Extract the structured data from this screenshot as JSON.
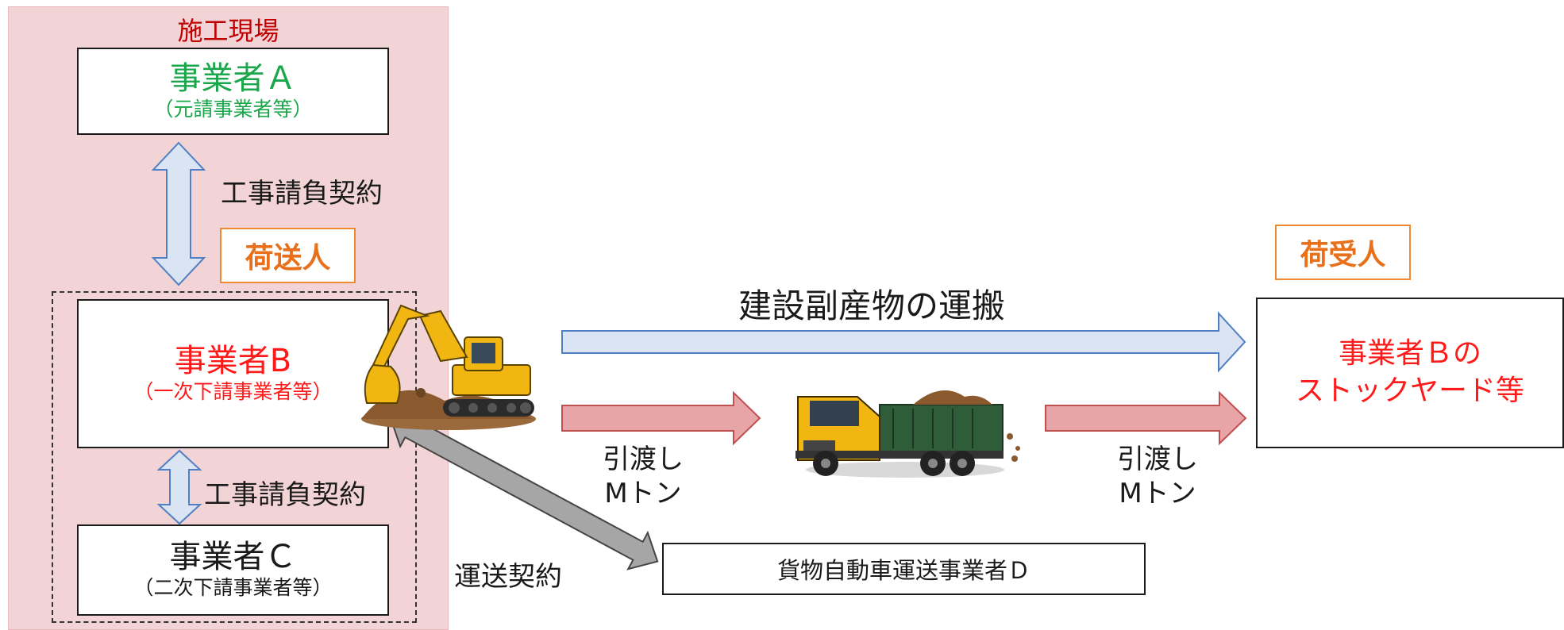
{
  "site": {
    "title": "施工現場"
  },
  "business_a": {
    "name": "事業者Ａ",
    "role": "（元請事業者等）"
  },
  "contract_ab": "工事請負契約",
  "shipper_tag": "荷送人",
  "business_b": {
    "name": "事業者B",
    "role": "（一次下請事業者等）"
  },
  "contract_bc": "工事請負契約",
  "business_c": {
    "name": "事業者Ｃ",
    "role": "（二次下請事業者等）"
  },
  "transport": {
    "title": "建設副産物の運搬"
  },
  "handover_left": {
    "line1": "引渡し",
    "line2": "Mトン"
  },
  "handover_right": {
    "line1": "引渡し",
    "line2": "Mトン"
  },
  "consignee_tag": "荷受人",
  "destination": {
    "line1": "事業者Ｂの",
    "line2": "ストックヤード等"
  },
  "carrier_contract": "運送契約",
  "carrier": {
    "name": "貨物自動車運送事業者Ｄ"
  },
  "colors": {
    "blue_arrow": "#dbe4f2",
    "blue_stroke": "#4f7fc4",
    "red_arrow": "#e8a5a8",
    "red_stroke": "#c05050",
    "gray_arrow": "#a6a6a6",
    "site_bg": "#f2d4d6",
    "orange": "#e8701a"
  },
  "icons": {
    "excavator": "excavator-icon",
    "truck": "dump-truck-icon"
  }
}
